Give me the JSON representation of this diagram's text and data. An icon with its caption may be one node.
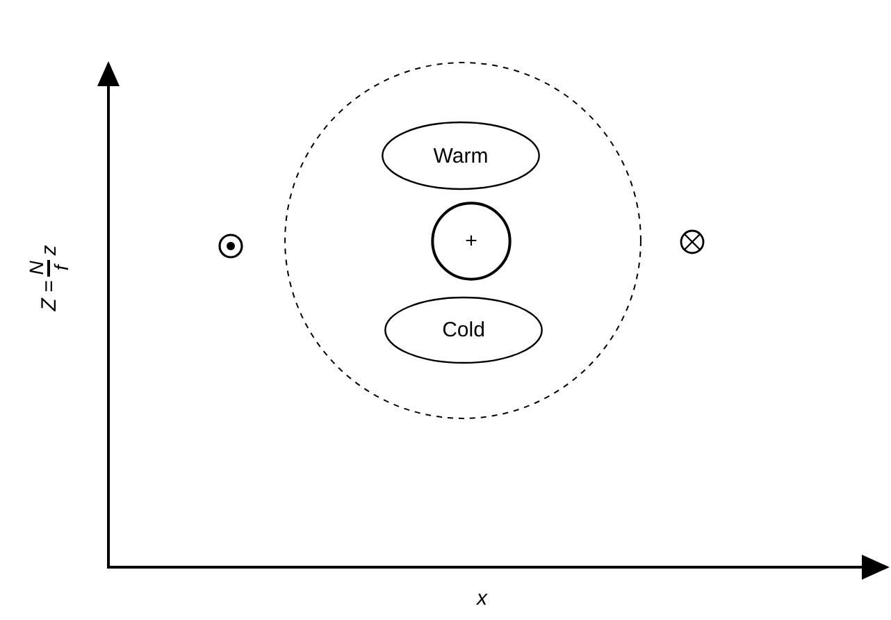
{
  "diagram": {
    "nodes": [
      {
        "text": [],
        "shape": "circle"
      },
      {
        "text": [
          "Warm"
        ],
        "in": 0
      },
      {
        "text": [
          "+"
        ],
        "in": 0
      },
      {
        "text": [
          "Cold"
        ],
        "in": 0
      }
    ],
    "edges": [],
    "labels": [
      "Z =",
      "N",
      "f",
      "z",
      "x"
    ]
  }
}
